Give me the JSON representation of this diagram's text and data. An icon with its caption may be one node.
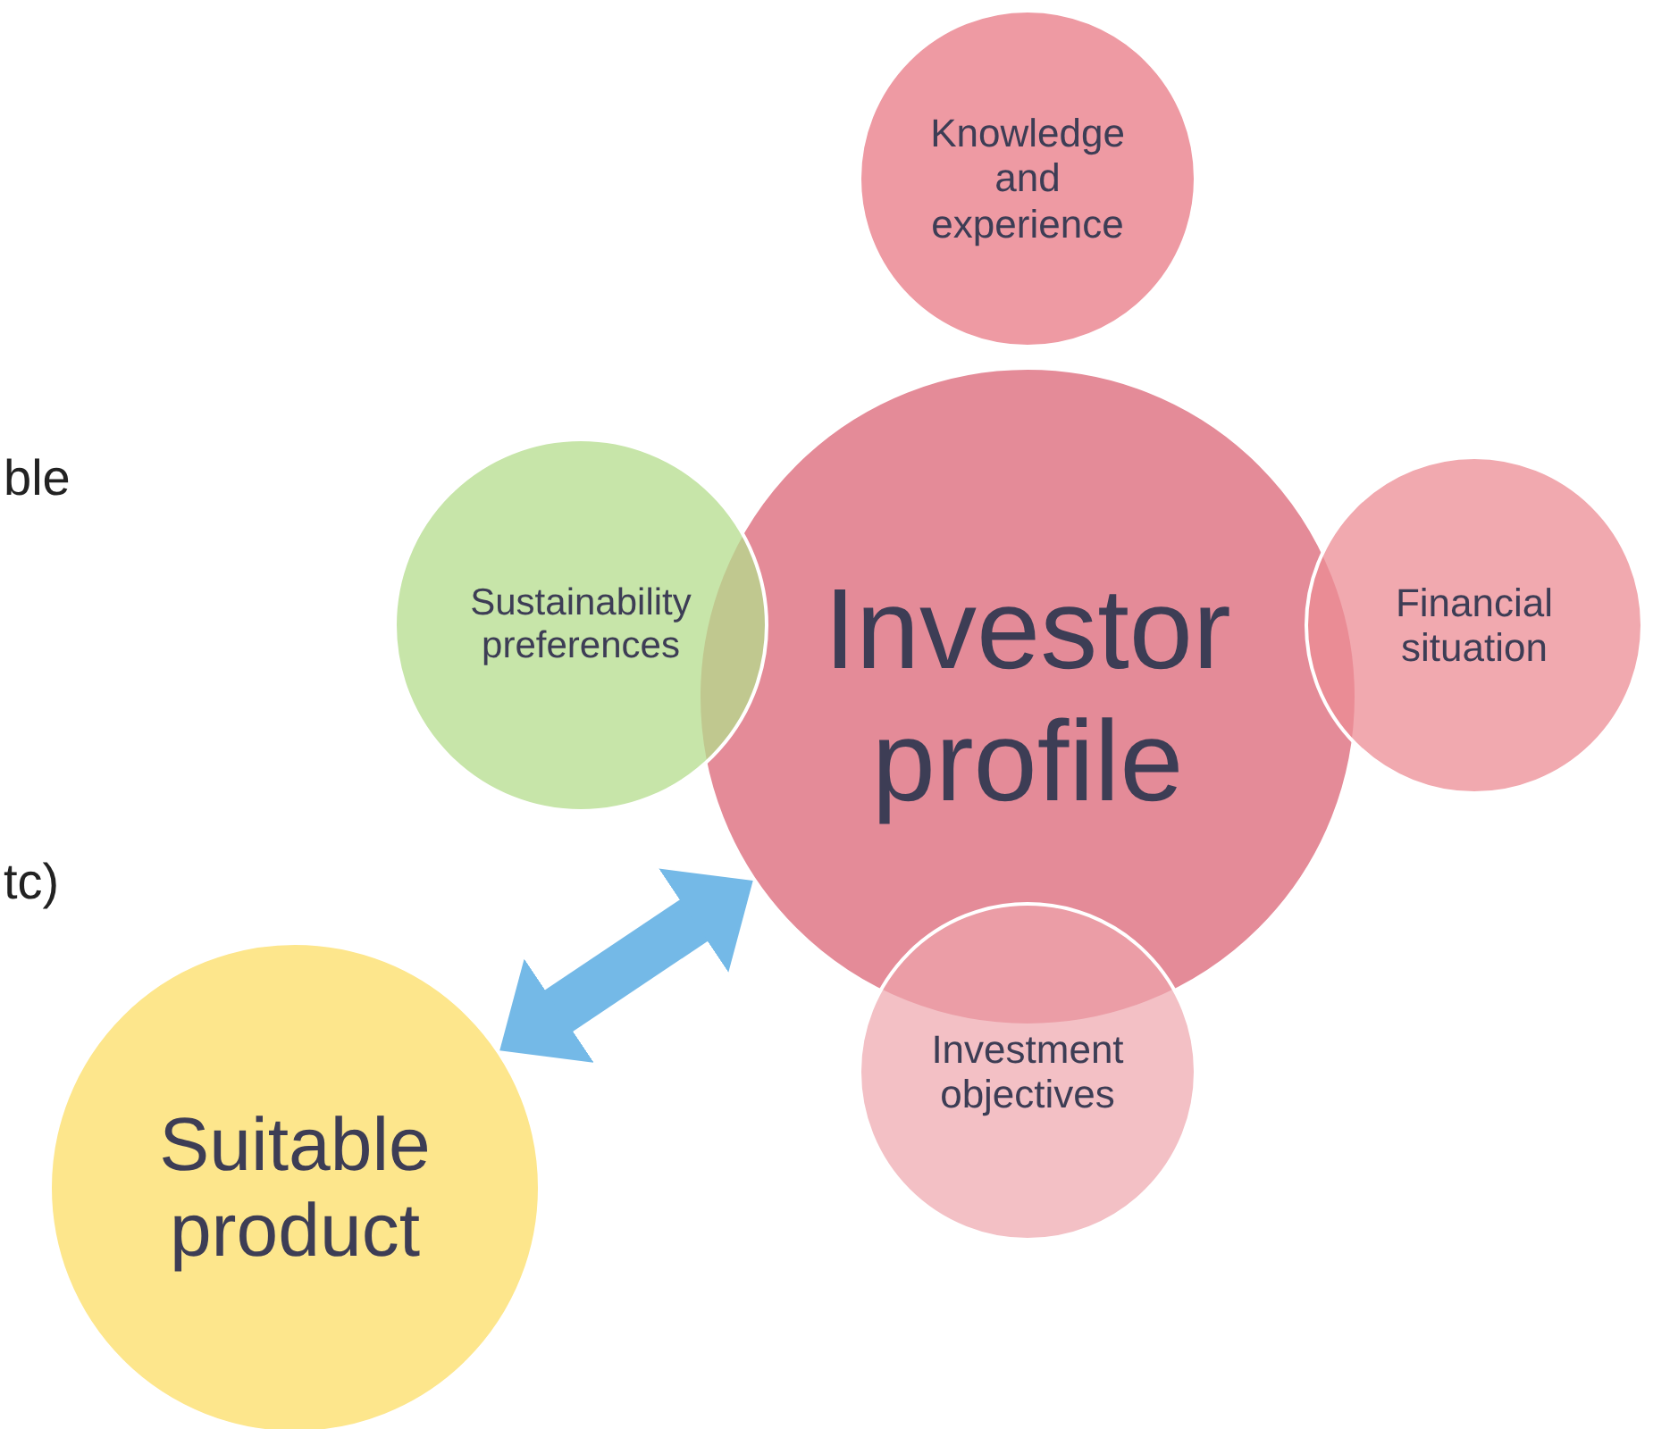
{
  "diagram": {
    "nodes": [
      {
        "text": [
          "Investor profile"
        ]
      },
      {
        "text": [
          "Knowledge and experience"
        ]
      },
      {
        "text": [
          "Sustainability preferences"
        ]
      },
      {
        "text": [
          "Financial situation"
        ]
      },
      {
        "text": [
          "Investment objectives"
        ]
      },
      {
        "text": [
          "Suitable product"
        ]
      }
    ],
    "edges": [
      {
        "from": 5,
        "to": 0,
        "arrow": "both"
      }
    ],
    "labels": [
      "ble",
      "tc)"
    ]
  }
}
